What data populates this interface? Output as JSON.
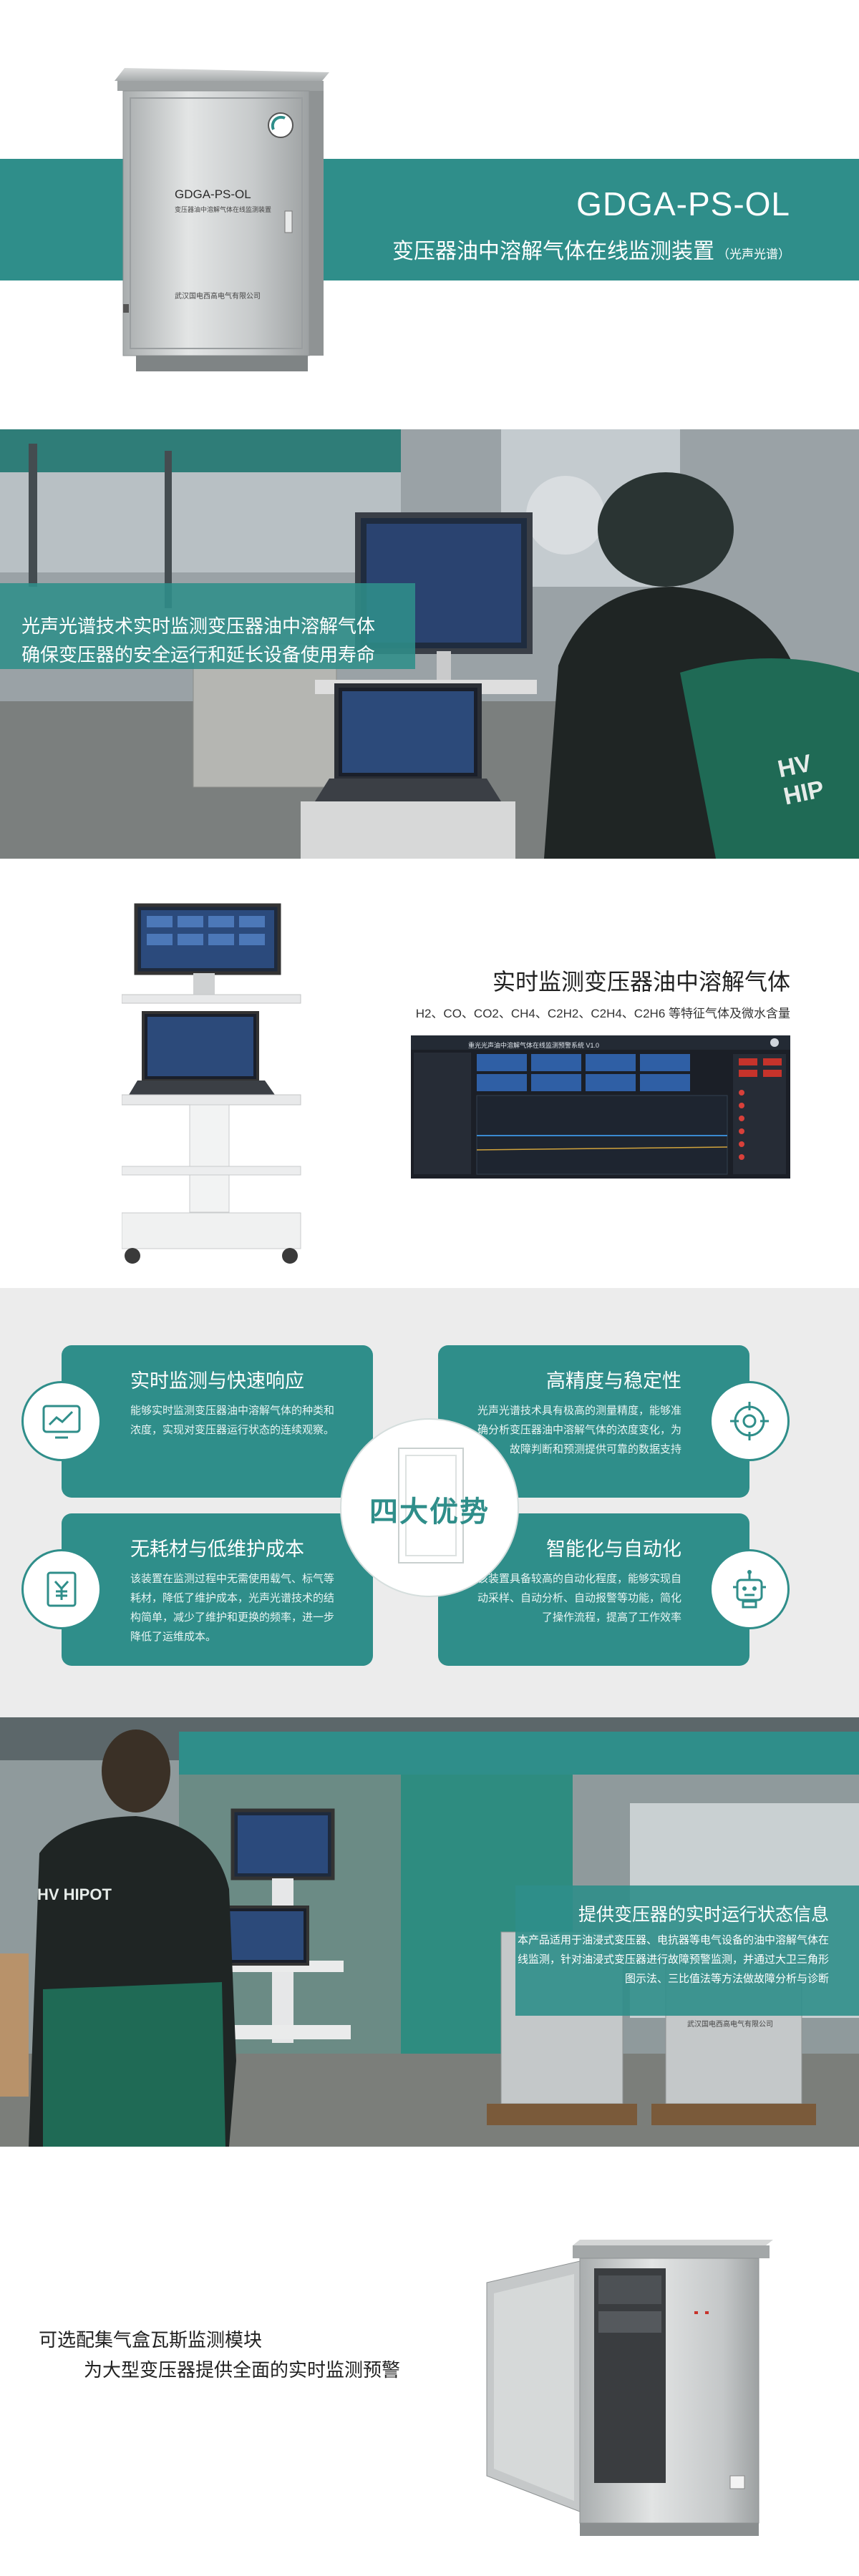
{
  "hero": {
    "model": "GDGA-PS-OL",
    "title": "变压器油中溶解气体在线监测装置",
    "title_note": "（光声光谱）",
    "cabinet_label_model": "GDGA-PS-OL",
    "cabinet_label_name": "变压器油中溶解气体在线监测装置",
    "cabinet_maker": "武汉国电西高电气有限公司"
  },
  "intro": {
    "line1": "光声光谱技术实时监测变压器油中溶解气体",
    "line2": "确保变压器的安全运行和延长设备使用寿命",
    "jacket_text": "HV HIP"
  },
  "monitor": {
    "heading": "实时监测变压器油中溶解气体",
    "gases": "H2、CO、CO2、CH4、C2H2、C2H4、C2H6 等特征气体及微水含量",
    "software_title": "重光光声油中溶解气体在线监测预警系统 V1.0"
  },
  "advantages": {
    "center_label": "四大优势",
    "items": [
      {
        "title": "实时监测与快速响应",
        "desc": "能够实时监测变压器油中溶解气体的种类和浓度，实现对变压器运行状态的连续观察。",
        "icon": "chart-monitor-icon"
      },
      {
        "title": "高精度与稳定性",
        "desc": "光声光谱技术具有极高的测量精度，能够准确分析变压器油中溶解气体的浓度变化，为故障判断和预测提供可靠的数据支持",
        "icon": "target-icon"
      },
      {
        "title": "无耗材与低维护成本",
        "desc": "该装置在监测过程中无需使用载气、标气等耗材，降低了维护成本，光声光谱技术的结构简单，减少了维护和更换的频率，进一步降低了运维成本。",
        "icon": "yuan-document-icon"
      },
      {
        "title": "智能化与自动化",
        "desc": "该装置具备较高的自动化程度，能够实现自动采样、自动分析、自动报警等功能，简化了操作流程，提高了工作效率",
        "icon": "robot-icon"
      }
    ],
    "accent": "#2f8e8a"
  },
  "status": {
    "heading": "提供变压器的实时运行状态信息",
    "desc": "本产品适用于油浸式变压器、电抗器等电气设备的油中溶解气体在线监测，针对油浸式变压器进行故障预警监测，并通过大卫三角形图示法、三比值法等方法做故障分析与诊断",
    "jacket_text": "HV HIPOT",
    "cabinet_maker": "武汉国电西高电气有限公司"
  },
  "module": {
    "line1": "可选配集气盒瓦斯监测模块",
    "line2": "为大型变压器提供全面的实时监测预警"
  }
}
